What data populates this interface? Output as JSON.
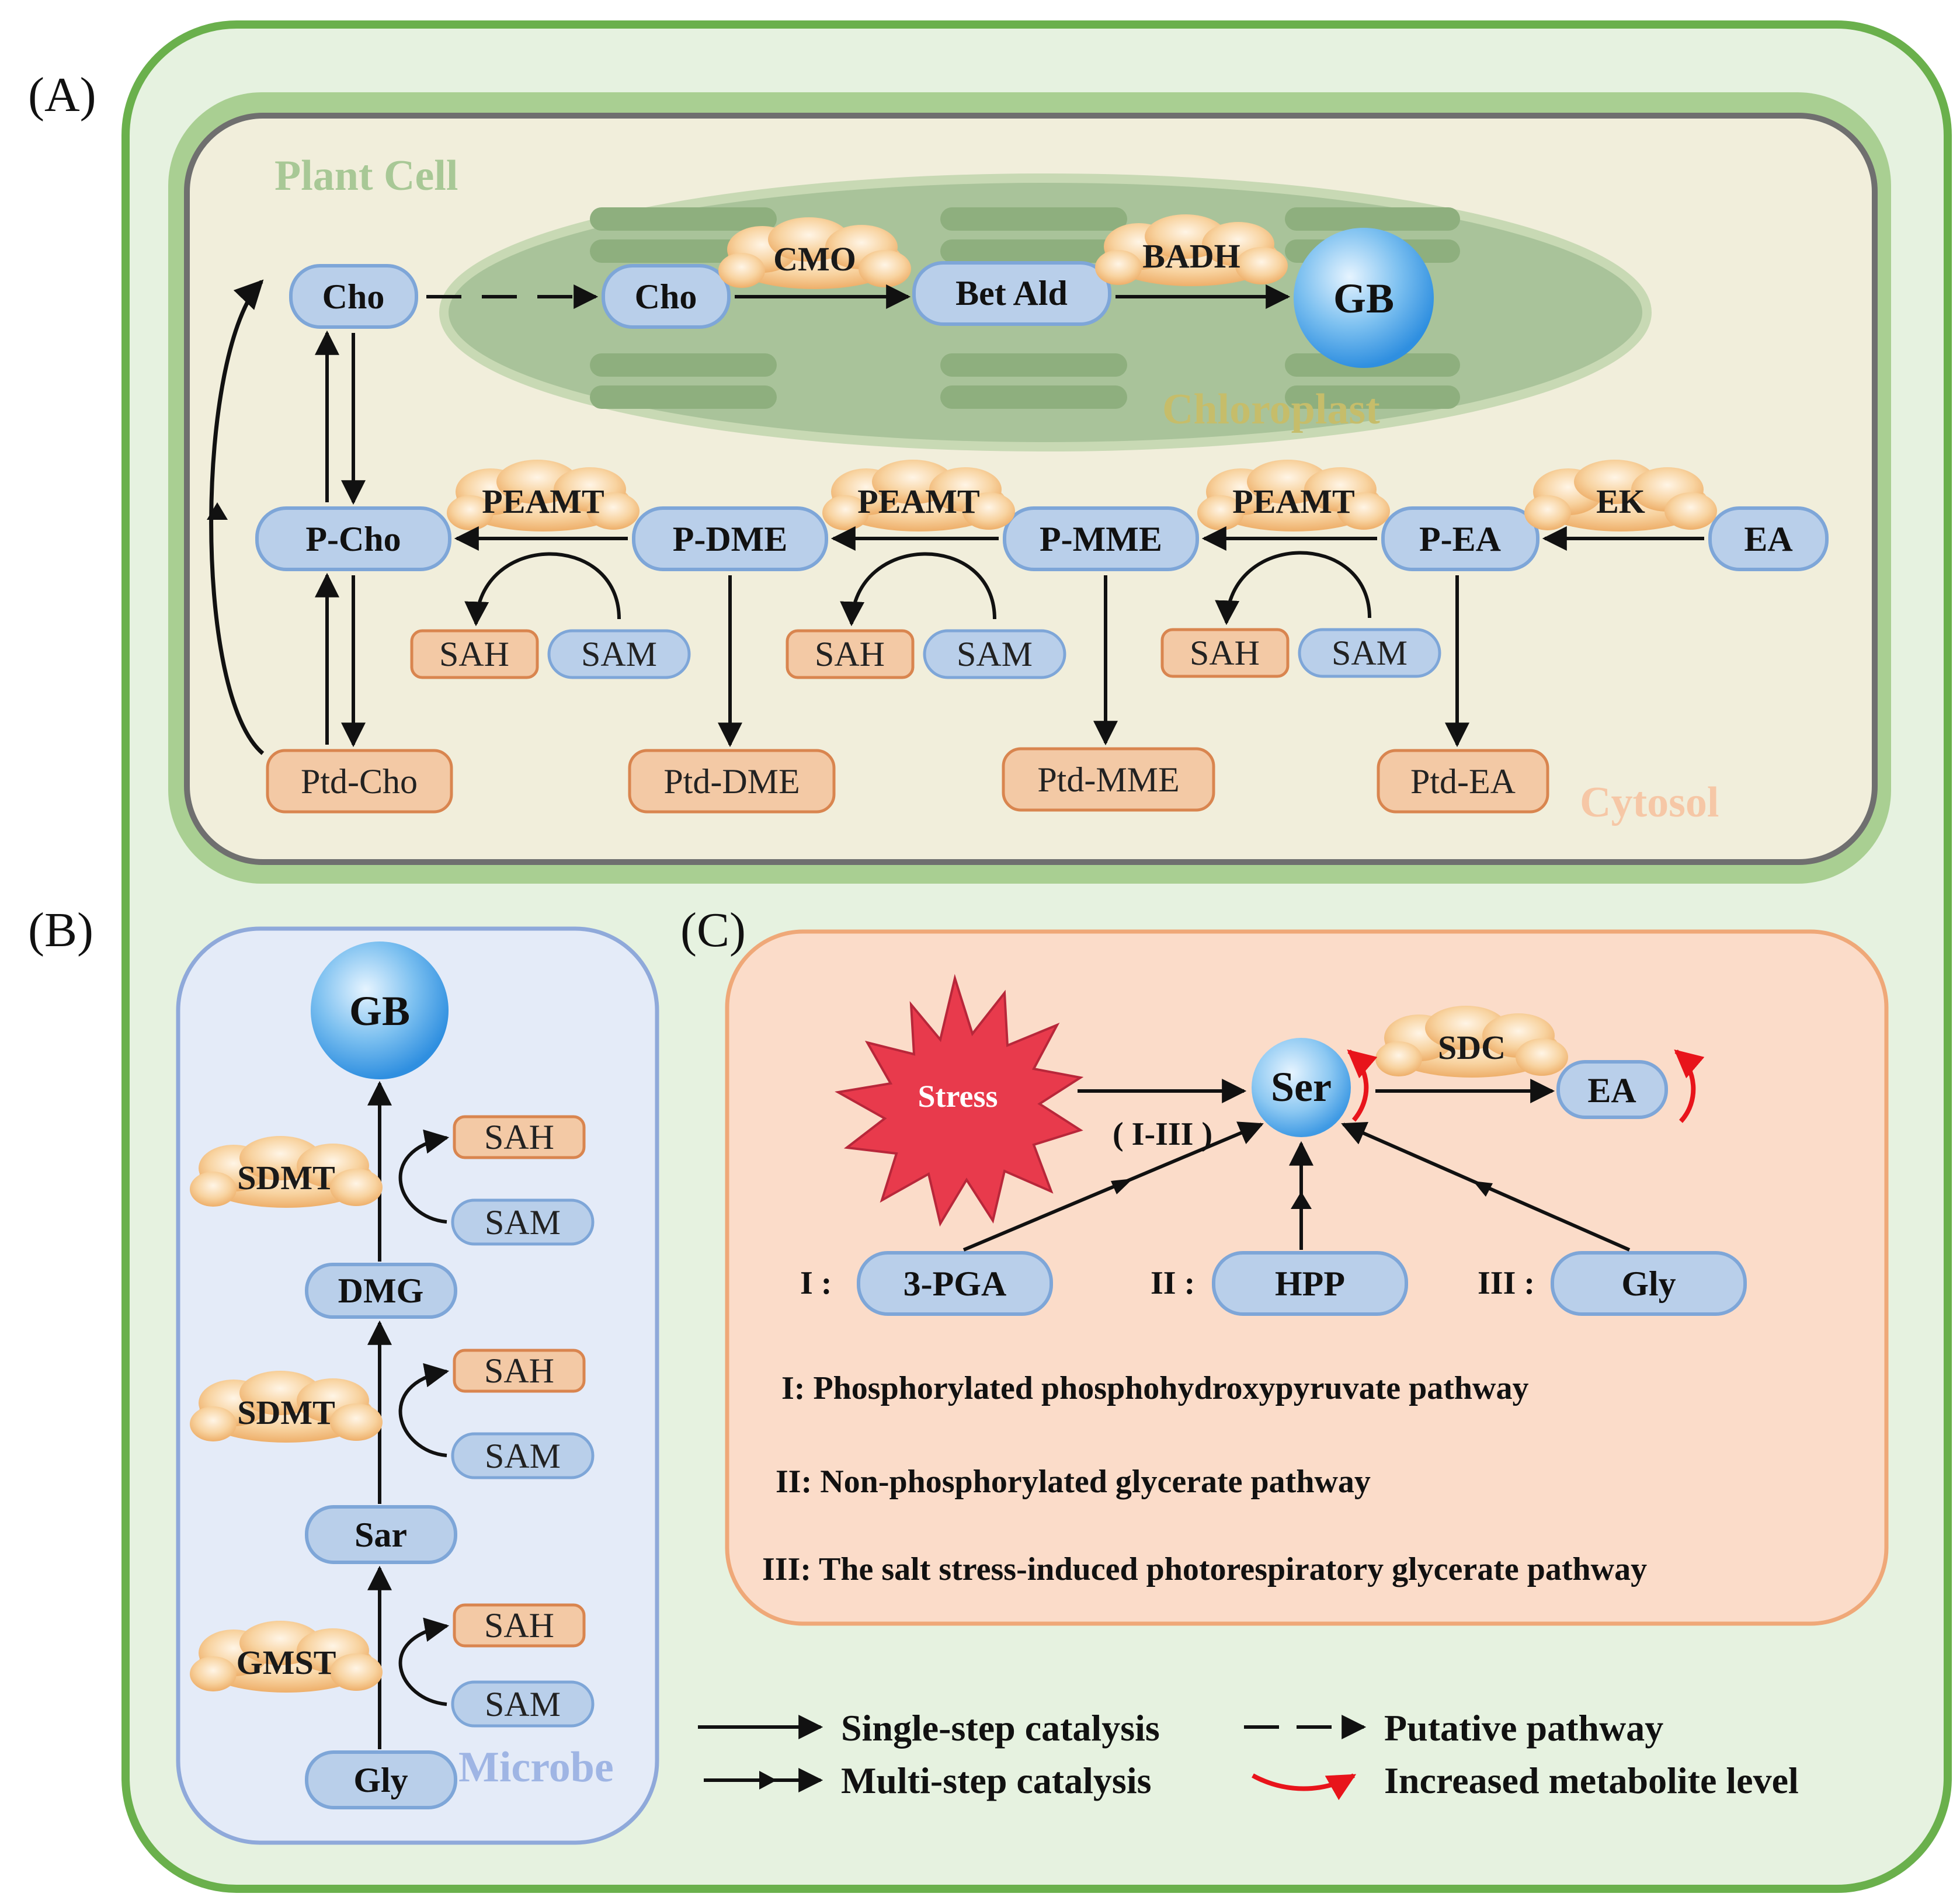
{
  "panels": {
    "A": "(A)",
    "B": "(B)",
    "C": "(C)"
  },
  "regions": {
    "plant_cell": "Plant Cell",
    "chloroplast": "Chloroplast",
    "cytosol": "Cytosol",
    "microbe": "Microbe"
  },
  "panel_a": {
    "cho_cytosol": "Cho",
    "cho_chloroplast": "Cho",
    "bet_ald": "Bet Ald",
    "gb": "GB",
    "cmo": "CMO",
    "badh": "BADH",
    "p_cho": "P-Cho",
    "p_dme": "P-DME",
    "p_mme": "P-MME",
    "p_ea": "P-EA",
    "ea": "EA",
    "ek": "EK",
    "peamt": "PEAMT",
    "sah": "SAH",
    "sam": "SAM",
    "ptd_cho": "Ptd-Cho",
    "ptd_dme": "Ptd-DME",
    "ptd_mme": "Ptd-MME",
    "ptd_ea": "Ptd-EA"
  },
  "panel_b": {
    "gb": "GB",
    "sdmt": "SDMT",
    "gmst": "GMST",
    "dmg": "DMG",
    "sar": "Sar",
    "gly": "Gly",
    "sah": "SAH",
    "sam": "SAM"
  },
  "panel_c": {
    "stress": "Stress",
    "ser": "Ser",
    "sdc": "SDC",
    "ea": "EA",
    "range": "( I-III )",
    "pga_prefix": "I  :",
    "hpp_prefix": "II :",
    "gly_prefix": "III :",
    "pga": "3-PGA",
    "hpp": "HPP",
    "gly": "Gly",
    "pathways": [
      "I:  Phosphorylated  phosphohydroxypyruvate  pathway",
      "II:  Non-phosphorylated  glycerate  pathway",
      "III:  The  salt  stress-induced  photorespiratory  glycerate  pathway"
    ]
  },
  "legend": {
    "single_step": "Single-step catalysis",
    "multi_step": "Multi-step catalysis",
    "putative": "Putative pathway",
    "increased": "Increased metabolite level"
  },
  "colors": {
    "outer_fill": "#e6f2e0",
    "outer_stroke": "#6ab04c",
    "cell_fill": "#f1eedb",
    "chloroplast_fill": "#a9c39a",
    "node_blue": "#b9cfea",
    "node_blue_stroke": "#7ea6d8",
    "node_orange": "#f3c9a5",
    "node_orange_stroke": "#d9854f",
    "microbe_fill": "#e4ebf8",
    "microbe_stroke": "#8fa9da",
    "panel_c_fill": "#fbdcc9",
    "panel_c_stroke": "#efa878",
    "stress_red": "#e83a4c",
    "increase_red": "#e8141b"
  }
}
